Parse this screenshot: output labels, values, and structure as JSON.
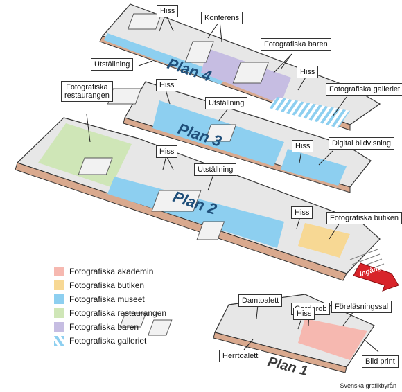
{
  "floors": {
    "plan4": "Plan 4",
    "plan3": "Plan 3",
    "plan2": "Plan 2",
    "plan1": "Plan 1"
  },
  "callouts": {
    "hiss_p4": "Hiss",
    "konferens": "Konferens",
    "fotobaren": "Fotografiska baren",
    "utstallning_p4": "Utställning",
    "hiss_p4b": "Hiss",
    "galleriet": "Fotografiska galleriet",
    "restaurangen_l1": "Fotografiska",
    "restaurangen_l2": "restaurangen",
    "hiss_p3": "Hiss",
    "utstallning_p3": "Utställning",
    "hiss_p3b": "Hiss",
    "digital": "Digital bildvisning",
    "hiss_p2": "Hiss",
    "utstallning_p2": "Utställning",
    "hiss_p2b": "Hiss",
    "butiken": "Fotografiska butiken",
    "garderob": "Garderob",
    "damtoalett": "Damtoalett",
    "hiss_p1": "Hiss",
    "forelasningssal": "Föreläsningssal",
    "herrtoalett": "Herrtoalett",
    "bildprint": "Bild print"
  },
  "entrance": "Ingång",
  "legend": [
    {
      "label": "Fotografiska akademin",
      "color": "#f6b8b0"
    },
    {
      "label": "Fotografiska butiken",
      "color": "#f7d894"
    },
    {
      "label": "Fotografiska museet",
      "color": "#8dcff0"
    },
    {
      "label": "Fotografiska restaurangen",
      "color": "#cfe6b7"
    },
    {
      "label": "Fotografiska baren",
      "color": "#c6bde2"
    },
    {
      "label": "Fotografiska galleriet",
      "color": "striped"
    }
  ],
  "credit": "Svenska grafikbyrån"
}
